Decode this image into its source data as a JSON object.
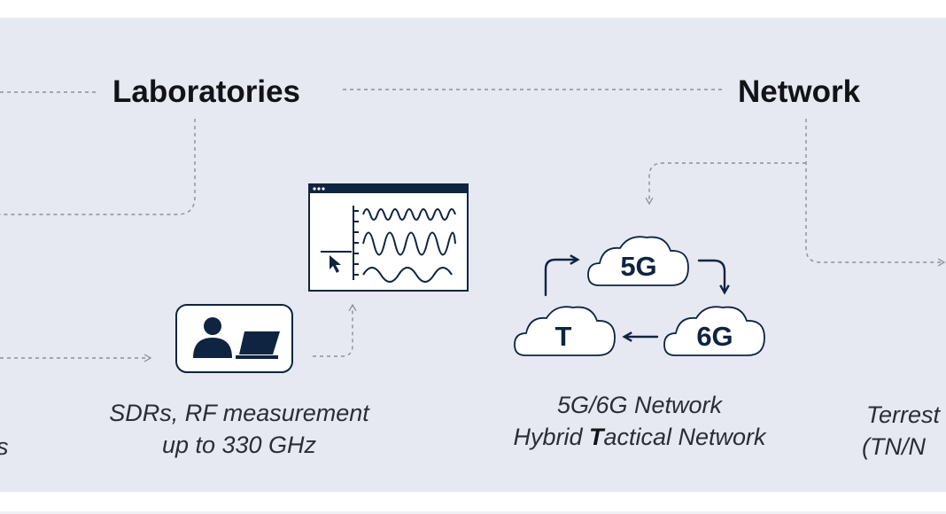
{
  "headings": {
    "laboratories": "Laboratories",
    "network": "Network"
  },
  "labs_caption": {
    "line1": "SDRs, RF measurement",
    "line2": "up to 330 GHz"
  },
  "network_caption": {
    "line1": "5G/6G Network",
    "line2_prefix": "Hybrid ",
    "line2_bold": "T",
    "line2_suffix": "actical Network"
  },
  "partial_left_caption": "s",
  "partial_right_caption": {
    "line1": "Terrest",
    "line2": "(TN/N"
  },
  "clouds": {
    "top": "5G",
    "right": "6G",
    "left": "T"
  },
  "colors": {
    "panel_bg": "#e6e8f2",
    "navy": "#0f2440",
    "dotted": "#8c8f9c",
    "text": "#111318",
    "caption_text": "#2b2d35"
  },
  "icons": [
    "user-at-laptop-icon",
    "spectrum-analyzer-window-icon",
    "mouse-cursor-icon",
    "cloud-icon",
    "cycle-arrow-icon"
  ]
}
